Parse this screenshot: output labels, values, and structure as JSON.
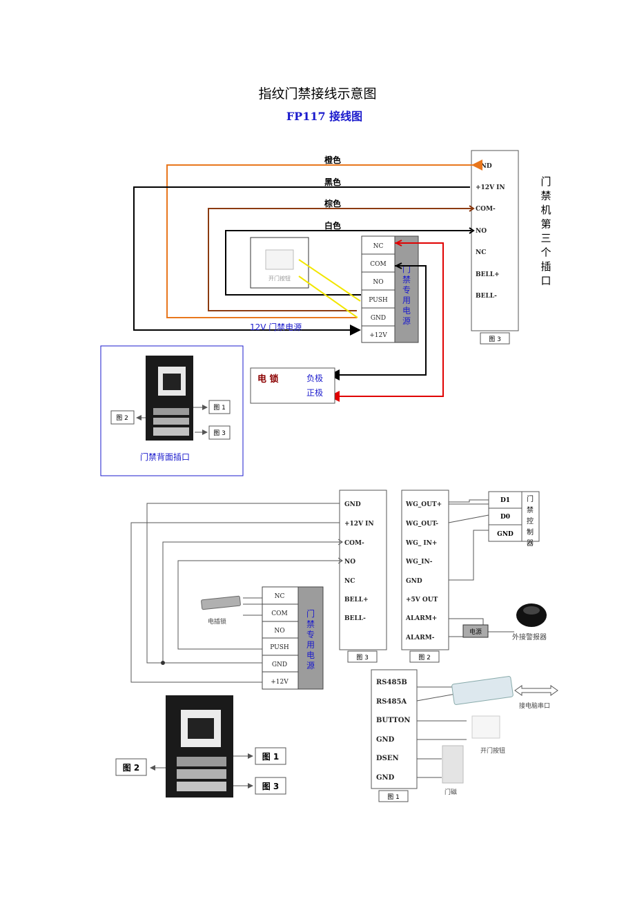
{
  "title": "指纹门禁接线示意图",
  "subtitle": "FP117 接线图",
  "top": {
    "wire_labels": [
      "橙色",
      "黑色",
      "棕色",
      "白色"
    ],
    "connector3_pins": [
      "GND",
      "+12V IN",
      "COM-",
      "NO",
      "NC",
      "BELL+",
      "BELL-"
    ],
    "connector3_caption": "图 3",
    "side_label": "门禁机第三个插口",
    "button_label": "开门按钮",
    "psu_pins": [
      "NC",
      "COM",
      "NO",
      "PUSH",
      "GND",
      "+12V"
    ],
    "psu_label": "门禁专用电源",
    "psu_supply_label": "12V 门禁电源",
    "lock_label": "电 锁",
    "lock_neg": "负极",
    "lock_pos": "正极",
    "back_labels": [
      "图 1",
      "图 2",
      "图 3"
    ],
    "back_caption": "门禁背面插口"
  },
  "bottom": {
    "connector3_pins": [
      "GND",
      "+12V IN",
      "COM-",
      "NO",
      "NC",
      "BELL+",
      "BELL-"
    ],
    "connector3_caption": "图 3",
    "connector2_pins": [
      "WG_OUT+",
      "WG_OUT-",
      "WG_ IN+",
      "WG_IN-",
      "GND",
      "+5V OUT",
      "ALARM+",
      "ALARM-"
    ],
    "connector2_caption": "图 2",
    "controller_pins": [
      "D1",
      "D0",
      "GND"
    ],
    "controller_label": "门禁控制器",
    "psu_pins": [
      "NC",
      "COM",
      "NO",
      "PUSH",
      "GND",
      "+12V"
    ],
    "psu_label": "门禁专用电源",
    "lock_label": "电插锁",
    "power_box": "电源",
    "alarm_label": "外接警报器",
    "connector1_pins": [
      "RS485B",
      "RS485A",
      "BUTTON",
      "GND",
      "DSEN",
      "GND"
    ],
    "connector1_caption": "图 1",
    "pc_label": "接电脑串口",
    "button_label": "开门按钮",
    "door_sensor_label": "门磁",
    "back_labels": [
      "图 1",
      "图 2",
      "图 3"
    ]
  },
  "colors": {
    "orange": "#e8761c",
    "brown": "#8b3a10",
    "red": "#e00000",
    "yellow": "#f2e600",
    "blue": "#1a1acc",
    "psu_gray": "#9c9c9c"
  }
}
